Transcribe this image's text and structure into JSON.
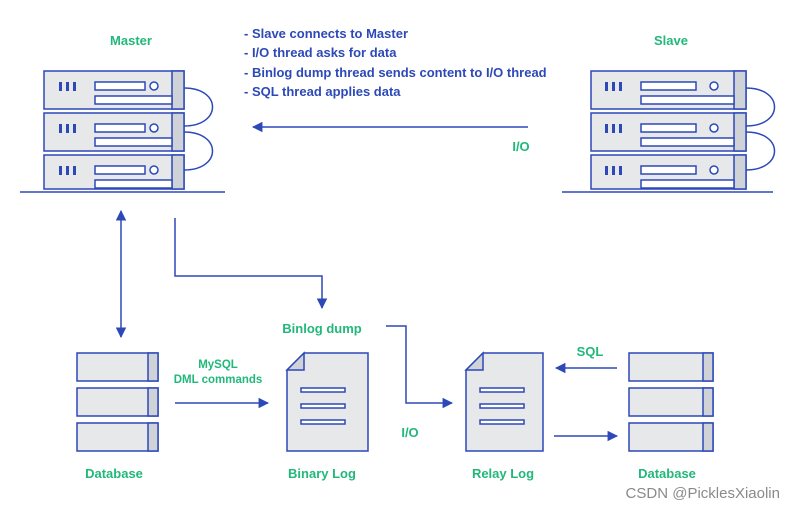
{
  "labels": {
    "master": "Master",
    "slave": "Slave",
    "binlog_dump": "Binlog dump",
    "mysql_dml_line1": "MySQL",
    "mysql_dml_line2": "DML commands",
    "database_left": "Database",
    "binary_log": "Binary Log",
    "relay_log": "Relay Log",
    "database_right": "Database",
    "io_top": "I/O",
    "io_bottom": "I/O",
    "sql": "SQL"
  },
  "steps": [
    "- Slave connects to Master",
    "- I/O thread asks for data",
    "- Binlog dump thread sends content to I/O thread",
    "- SQL thread applies data"
  ],
  "watermark": "CSDN @PicklesXiaolin",
  "colors": {
    "line": "#2d49b8",
    "green": "#21b87a",
    "blue_text": "#2d49b8",
    "server_fill": "#e6e8ea",
    "server_side": "#cfd3d7"
  }
}
